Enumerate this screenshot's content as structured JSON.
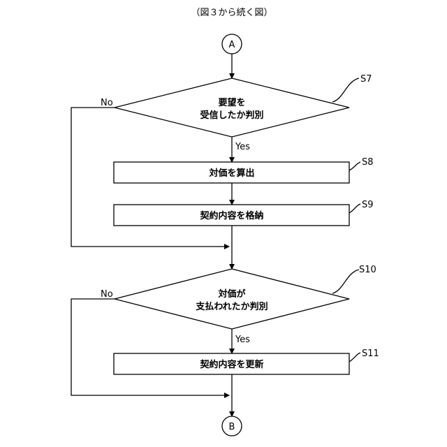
{
  "caption": "（図３から続く図）",
  "connectors": {
    "start": "A",
    "end": "B"
  },
  "steps": {
    "s7": {
      "id": "S7",
      "line1": "要望を",
      "line2": "受信したか判別"
    },
    "s8": {
      "id": "S8",
      "text": "対価を算出"
    },
    "s9": {
      "id": "S9",
      "text": "契約内容を格納"
    },
    "s10": {
      "id": "S10",
      "line1": "対価が",
      "line2": "支払われたか判別"
    },
    "s11": {
      "id": "S11",
      "text": "契約内容を更新"
    }
  },
  "branches": {
    "yes": "Yes",
    "no": "No"
  }
}
